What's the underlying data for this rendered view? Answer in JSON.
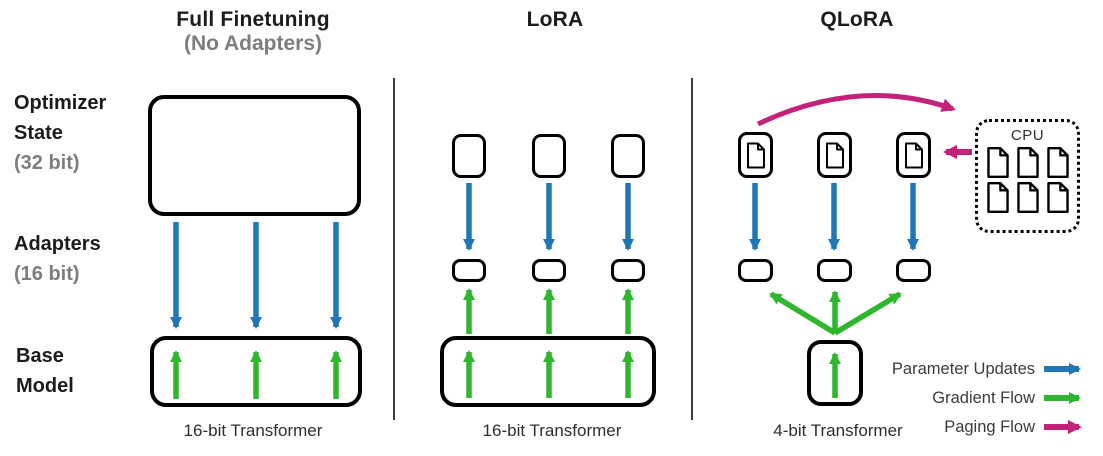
{
  "colors": {
    "parameter_updates": "#1f77b5",
    "gradient_flow": "#2eb62c",
    "paging_flow": "#c42179",
    "text_primary": "#1c1c1c",
    "text_secondary": "#7d7d7d",
    "divider": "#3d3d3d"
  },
  "row_labels": {
    "optimizer": {
      "line1": "Optimizer",
      "line2": "State",
      "sub": "(32 bit)"
    },
    "adapters": {
      "line1": "Adapters",
      "sub": "(16 bit)"
    },
    "base": {
      "line1": "Base",
      "line2": "Model"
    }
  },
  "panels": {
    "full_finetuning": {
      "title": "Full Finetuning",
      "subtitle": "(No Adapters)",
      "caption": "16-bit Transformer"
    },
    "lora": {
      "title": "LoRA",
      "caption": "16-bit Transformer"
    },
    "qlora": {
      "title": "QLoRA",
      "caption": "4-bit Transformer",
      "cpu_label": "CPU"
    }
  },
  "legend": {
    "items": [
      {
        "label": "Parameter Updates",
        "color": "#1f77b5",
        "icon": "arrow-right-icon"
      },
      {
        "label": "Gradient Flow",
        "color": "#2eb62c",
        "icon": "arrow-right-icon"
      },
      {
        "label": "Paging Flow",
        "color": "#c42179",
        "icon": "arrow-right-icon"
      }
    ]
  },
  "icons": {
    "page": "page-icon"
  }
}
